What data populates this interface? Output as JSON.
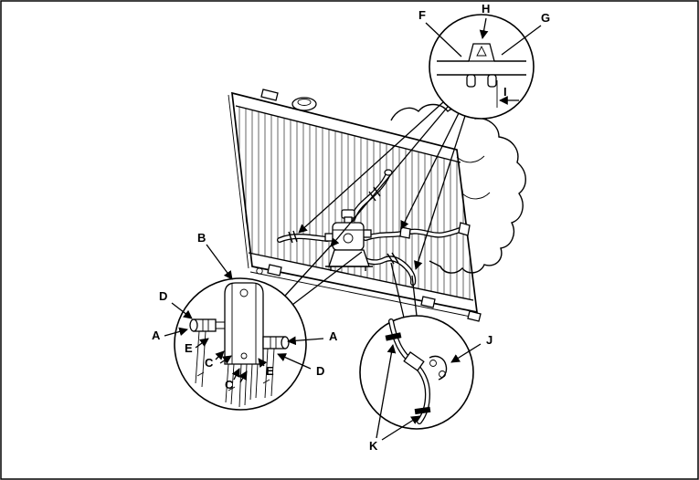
{
  "figure": {
    "labels": {
      "A": "A",
      "B": "B",
      "C": "C",
      "D": "D",
      "E": "E",
      "F": "F",
      "G": "G",
      "H": "H",
      "I": "I",
      "J": "J",
      "K": "K"
    },
    "callouts": {
      "clamp_detail_labels": [
        "F",
        "H",
        "G",
        "I"
      ],
      "valve_detail_labels": [
        "B",
        "D",
        "A",
        "E",
        "C",
        "C",
        "E",
        "D",
        "A"
      ],
      "hose_clip_detail_labels": [
        "J",
        "K"
      ]
    }
  }
}
